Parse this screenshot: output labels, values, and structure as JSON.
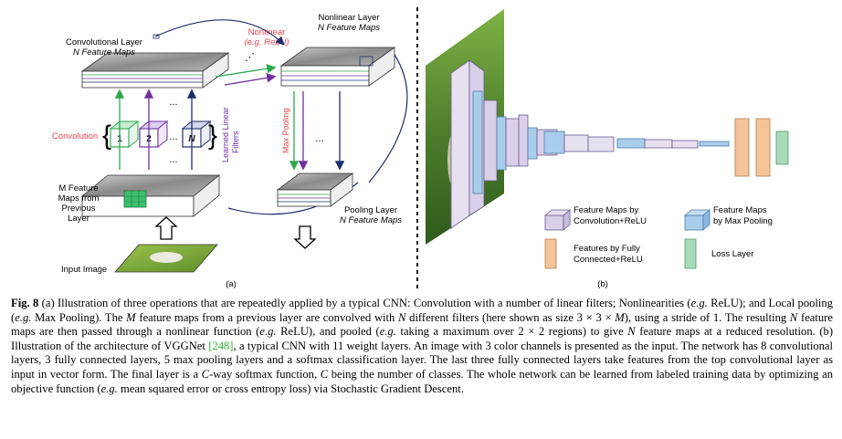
{
  "panel_a": {
    "conv_layer_title": "Convolutional Layer",
    "conv_layer_sub": "N Feature Maps",
    "nonlinear_title": "Nonlinear Layer",
    "nonlinear_sub": "N Feature Maps",
    "nonlinear_label": "Nonlinear",
    "nonlinear_eg": "(e.g. ReLU)",
    "max_pooling": "Max Pooling",
    "convolution": "Convolution",
    "learned_filters_1": "Learned Linear",
    "learned_filters_2": "Filters",
    "filter_1": "1",
    "filter_2": "2",
    "filter_n": "N",
    "ellipsis": "...",
    "m_maps_1": "M Feature",
    "m_maps_2": "Maps from",
    "m_maps_3": "Previous",
    "m_maps_4": "Layer",
    "pooling_title": "Pooling Layer",
    "pooling_sub": "N Feature Maps",
    "input_image": "Input Image",
    "panel_label": "(a)"
  },
  "panel_b": {
    "legend_conv_1": "Feature Maps by",
    "legend_conv_2": "Convolution+ReLU",
    "legend_pool_1": "Feature Maps",
    "legend_pool_2": "by Max Pooling",
    "legend_fc_1": "Features by Fully",
    "legend_fc_2": "Connected+ReLU",
    "legend_loss": "Loss Layer",
    "panel_label": "(b)"
  },
  "caption": {
    "fig_label": "Fig. 8",
    "t1": "(a) Illustration of three operations that are repeatedly applied by a typical CNN: Convolution with a number of linear filters; Nonlinearities (",
    "eg1": "e.g.",
    "t2": "ReLU); and Local pooling (",
    "eg2": "e.g.",
    "t3": "Max Pooling). The",
    "m1": "M",
    "t4": "feature maps from a previous layer are convolved with",
    "n1": "N",
    "t5": "different filters (here shown as size 3 × 3 ×",
    "m2": "M",
    "t6": "), using a stride of 1. The resulting",
    "n2": "N",
    "t7": "feature maps are then passed through a nonlinear function (",
    "eg3": "e.g.",
    "t8": "ReLU), and pooled (",
    "eg4": "e.g.",
    "t9": "taking a maximum over 2 × 2 regions) to give",
    "n3": "N",
    "t10": "feature maps at a reduced resolution. (b) Illustration of the architecture of VGGNet",
    "cite": "[248]",
    "t11": ", a typical CNN with 11 weight layers. An image with 3 color channels is presented as the input. The network has 8 convolutional layers, 3 fully connected layers, 5 max pooling layers and a softmax classification layer. The last three fully connected layers take features from the top convolutional layer as input in vector form. The final layer is a",
    "c1": "C",
    "t12": "-way softmax function,",
    "c2": "C",
    "t13": "being the number of classes. The whole network can be learned from labeled training data by optimizing an objective function (",
    "eg5": "e.g.",
    "t14": "mean squared error or cross entropy loss) via Stochastic Gradient Descent."
  },
  "colors": {
    "convolution": "#e8434f",
    "nonlinear": "#e8434f",
    "pooling": "#7030a0",
    "green": "#2ea84f",
    "purple": "#7030a0",
    "navy": "#1f2d6b",
    "conv_box": "#d9cfe8",
    "pool_box": "#a9cdec",
    "fc_box": "#f6c49a",
    "loss_box": "#a8dcb8"
  }
}
